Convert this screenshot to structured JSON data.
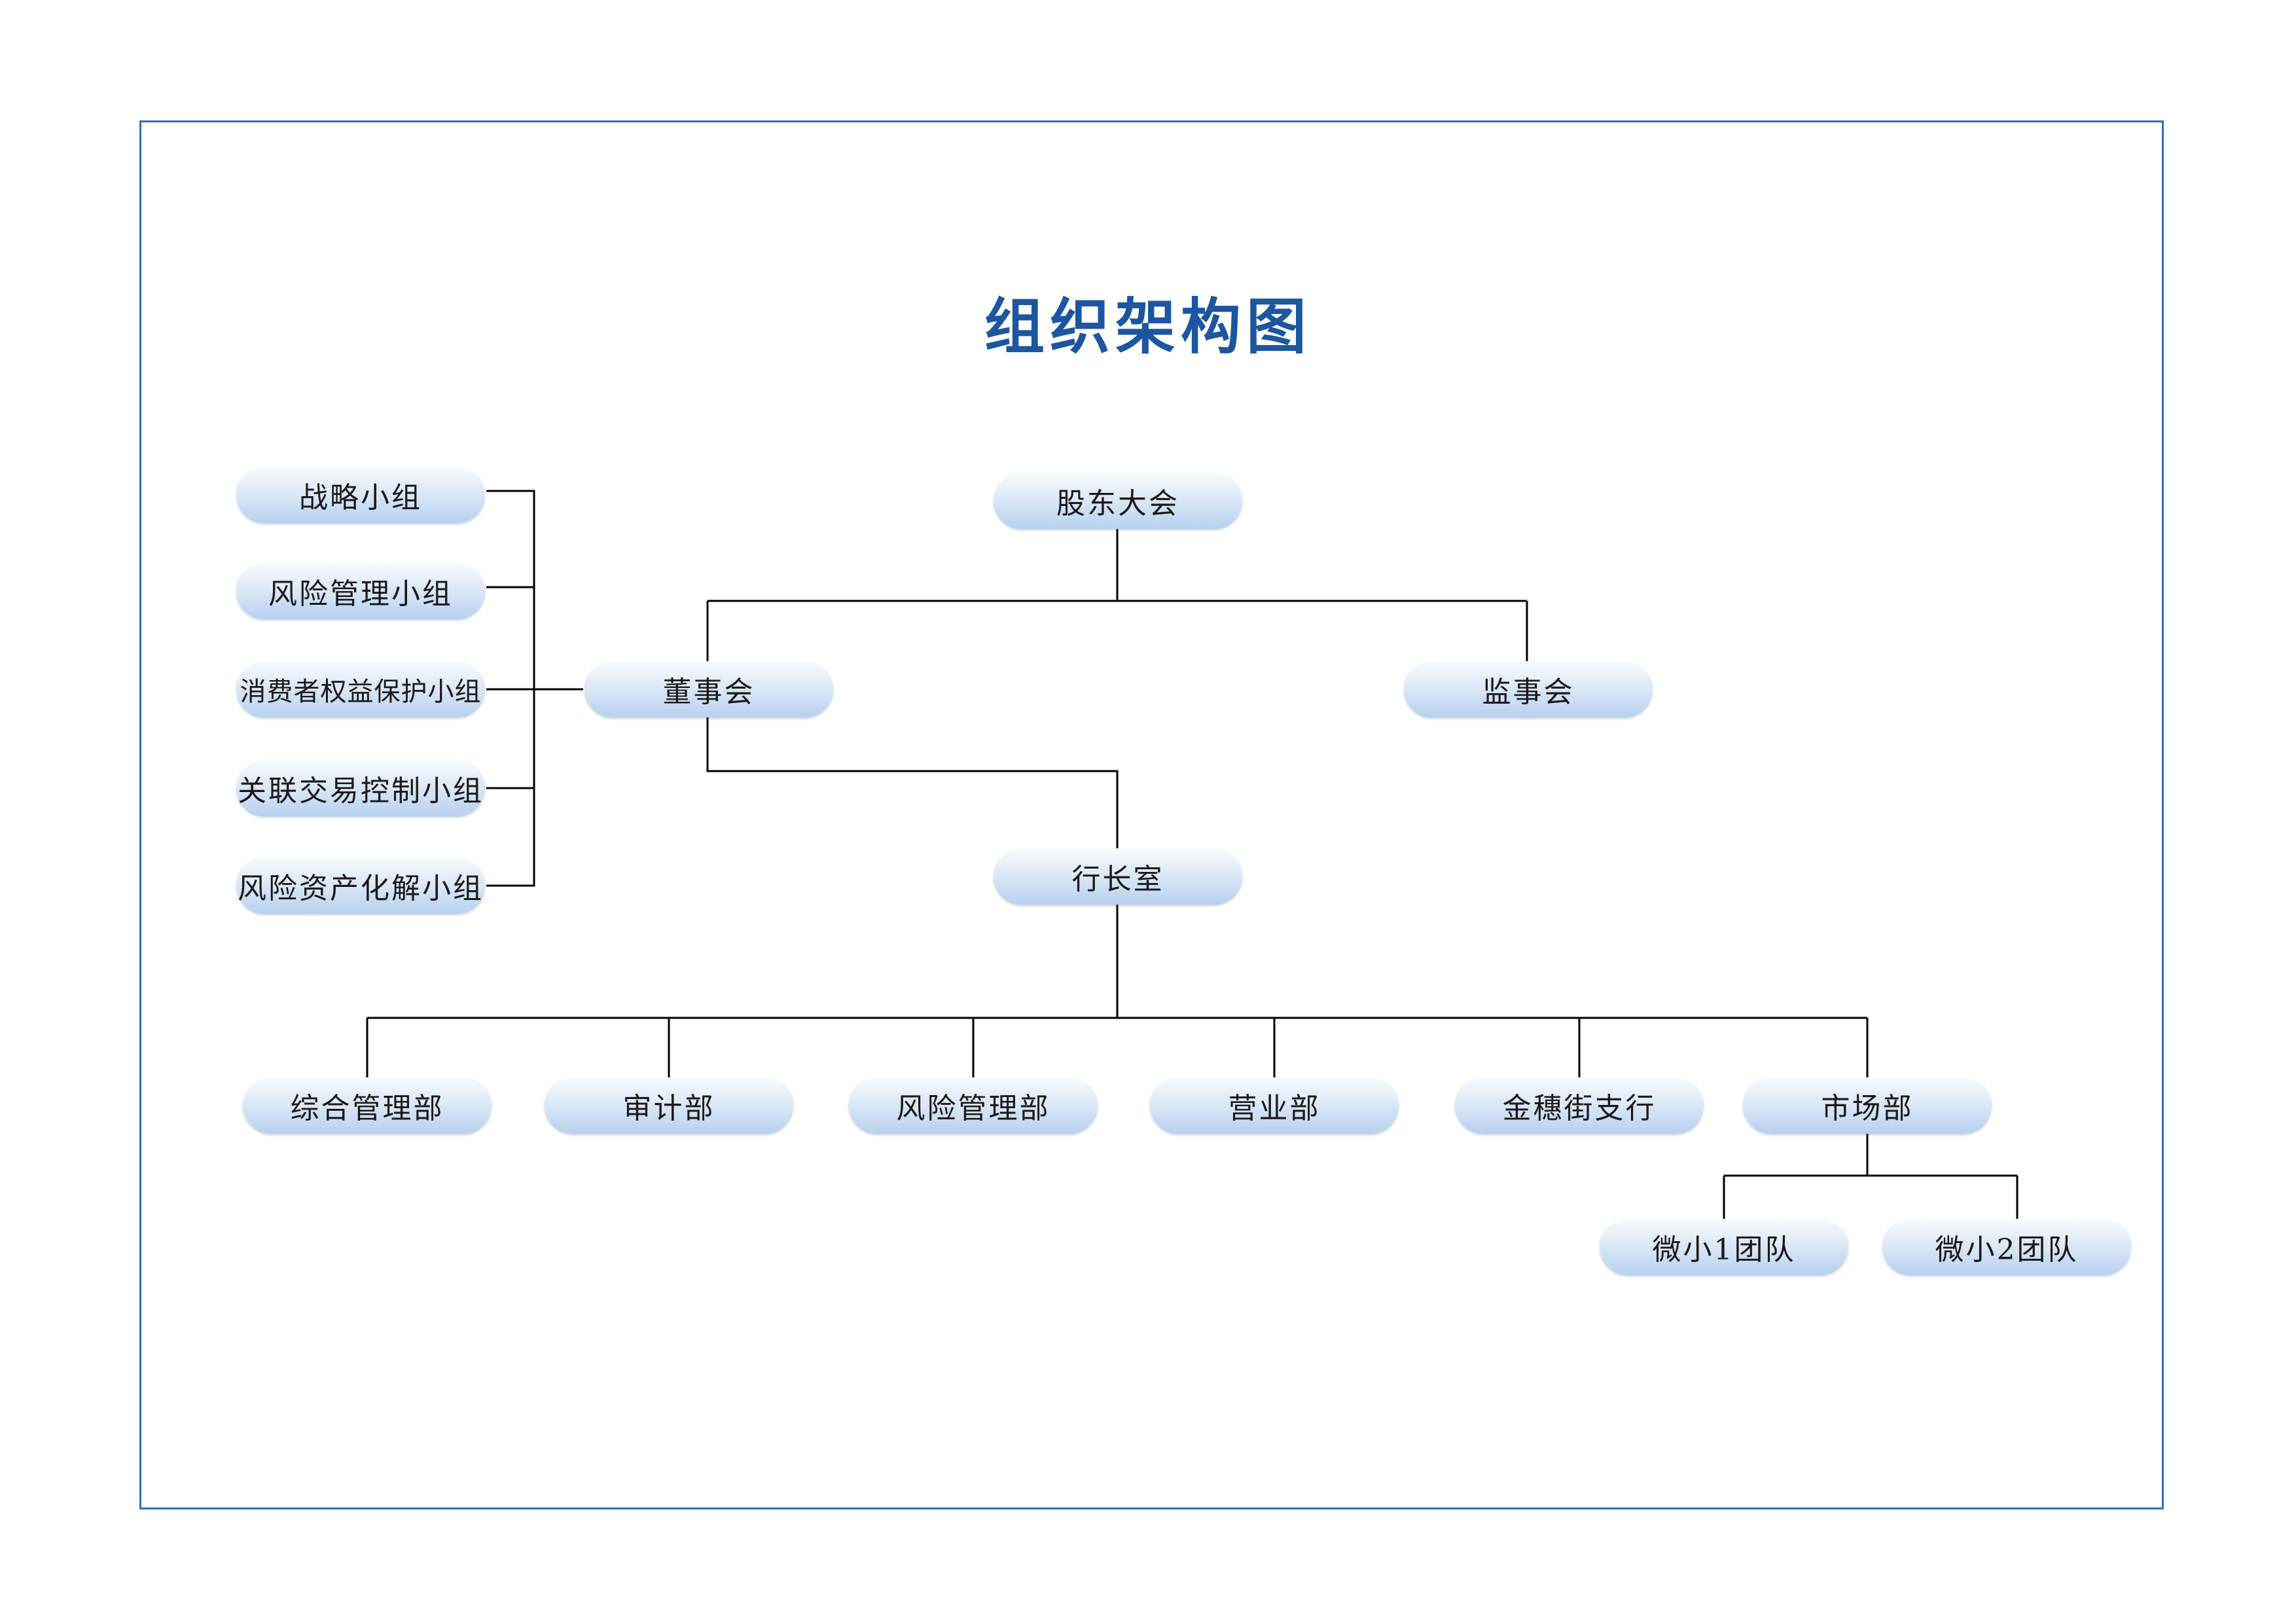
{
  "title": "组织架构图",
  "colors": {
    "title": "#1c56a0",
    "frame": "#3a6ab0",
    "line": "#000000",
    "node_light": "#f8fbff",
    "node_dark": "#b7d1ee"
  },
  "nodes": {
    "gudong": "股东大会",
    "dongshi": "董事会",
    "jianshi": "监事会",
    "hangzhang": "行长室",
    "committees": [
      "战略小组",
      "风险管理小组",
      "消费者权益保护小组",
      "关联交易控制小组",
      "风险资产化解小组"
    ],
    "departments": [
      "综合管理部",
      "审计部",
      "风险管理部",
      "营业部",
      "金穗街支行",
      "市场部"
    ],
    "teams": [
      "微小1团队",
      "微小2团队"
    ]
  }
}
